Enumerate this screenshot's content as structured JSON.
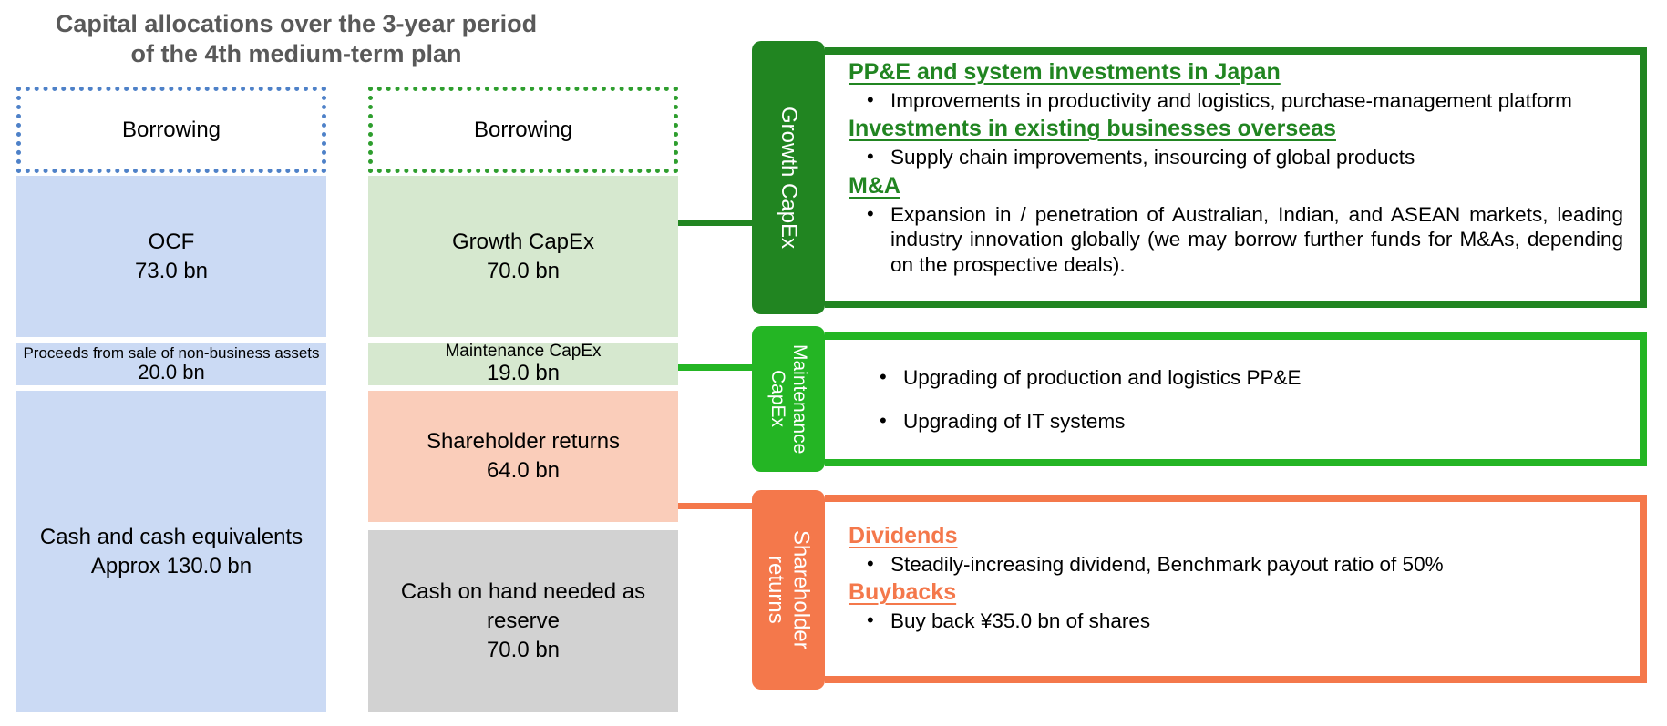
{
  "title": {
    "line1": "Capital allocations over the 3-year period",
    "line2": "of the 4th medium-term plan"
  },
  "left_column": {
    "borrowing_label": "Borrowing",
    "segments": [
      {
        "label": "OCF",
        "value": "73.0 bn"
      },
      {
        "label": "Proceeds from sale of non-business assets",
        "value": "20.0 bn"
      },
      {
        "label": "Cash and cash equivalents",
        "value": "Approx 130.0 bn"
      }
    ]
  },
  "right_column": {
    "borrowing_label": "Borrowing",
    "segments": [
      {
        "label": "Growth CapEx",
        "value": "70.0 bn"
      },
      {
        "label": "Maintenance CapEx",
        "value": "19.0 bn"
      },
      {
        "label": "Shareholder returns",
        "value": "64.0 bn"
      },
      {
        "label": "Cash on hand needed as reserve",
        "value": "70.0 bn"
      }
    ]
  },
  "panels": {
    "growth": {
      "side_label": "Growth CapEx",
      "items": [
        {
          "heading": "PP&E and system investments in Japan",
          "bullet": "Improvements in productivity and logistics, purchase-management platform"
        },
        {
          "heading": "Investments in existing businesses overseas",
          "bullet": "Supply chain improvements, insourcing of global products"
        },
        {
          "heading": "M&A",
          "bullet": "Expansion in / penetration of Australian, Indian, and ASEAN markets, leading industry innovation globally (we may borrow further funds for M&As, depending on the prospective deals)."
        }
      ]
    },
    "maintenance": {
      "side_label": "Maintenance CapEx",
      "bullets": [
        "Upgrading of production and logistics PP&E",
        "Upgrading of IT systems"
      ]
    },
    "shareholder": {
      "side_label": "Shareholder returns",
      "items": [
        {
          "heading": "Dividends",
          "bullet": "Steadily-increasing dividend, Benchmark payout ratio of 50%"
        },
        {
          "heading": "Buybacks",
          "bullet": "Buy back ¥35.0 bn of shares"
        }
      ]
    }
  },
  "colors": {
    "dark_green": "#218521",
    "bright_green": "#24B524",
    "orange": "#F4784B",
    "light_blue_bar": "#CBDAF4",
    "light_green_bar": "#D6E8CF",
    "salmon_bar": "#FACDBA",
    "gray_bar": "#D2D2D2",
    "dotted_blue": "#4E81C8",
    "dotted_green": "#2E9E2E",
    "title_gray": "#595959"
  }
}
